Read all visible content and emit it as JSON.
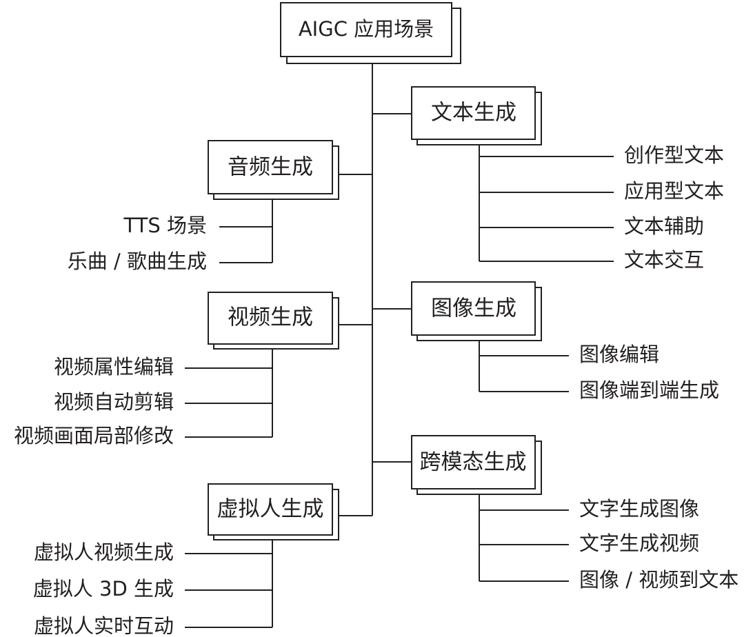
{
  "root": {
    "label": "AIGC 应用场景"
  },
  "categories": {
    "text": {
      "label": "文本生成",
      "items": [
        "创作型文本",
        "应用型文本",
        "文本辅助",
        "文本交互"
      ]
    },
    "audio": {
      "label": "音频生成",
      "items": [
        "TTS 场景",
        "乐曲 / 歌曲生成"
      ]
    },
    "video": {
      "label": "视频生成",
      "items": [
        "视频属性编辑",
        "视频自动剪辑",
        "视频画面局部修改"
      ]
    },
    "image": {
      "label": "图像生成",
      "items": [
        "图像编辑",
        "图像端到端生成"
      ]
    },
    "crossmodal": {
      "label": "跨模态生成",
      "items": [
        "文字生成图像",
        "文字生成视频",
        "图像 / 视频到文本"
      ]
    },
    "avatar": {
      "label": "虚拟人生成",
      "items": [
        "虚拟人视频生成",
        "虚拟人 3D 生成",
        "虚拟人实时互动"
      ]
    }
  }
}
